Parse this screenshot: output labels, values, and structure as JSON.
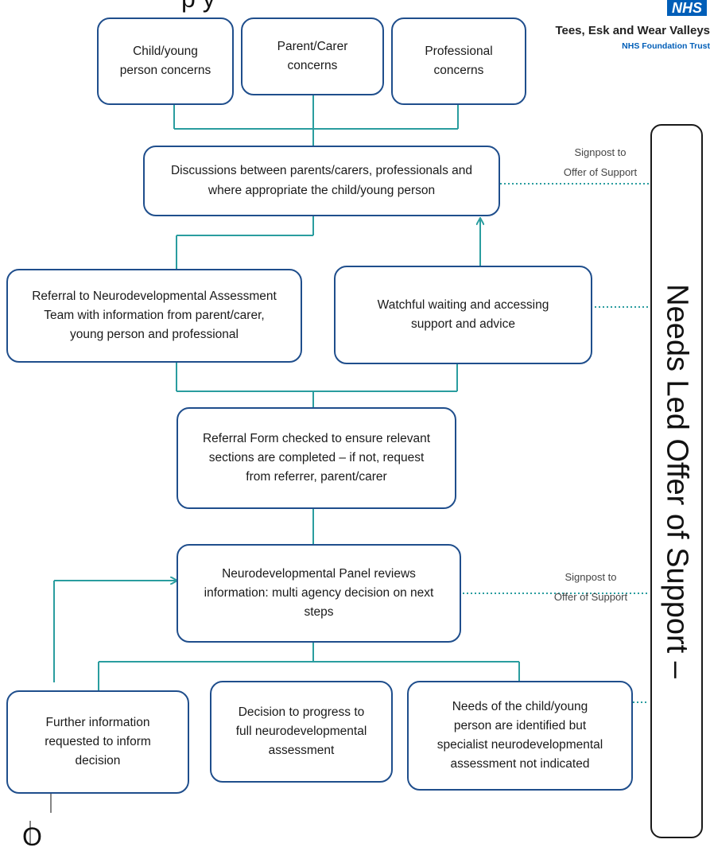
{
  "header": {
    "title_fragment": "p                              y"
  },
  "logo": {
    "nhs": "NHS",
    "trust_line1": "Tees, Esk and Wear Valleys",
    "trust_line2": "NHS Foundation Trust"
  },
  "concerns": {
    "child": "Child/young\nperson concerns",
    "parent": "Parent/Carer\nconcerns",
    "professional": "Professional\nconcerns"
  },
  "discussions": "Discussions  between  parents/carers,  professionals and\nwhere appropriate  the child/young person",
  "referral": "Referral to Neurodevelopmental  Assessment\nTeam with information from parent/carer,\nyoung person and professional",
  "watchful": "Watchful waiting and accessing\nsupport  and advice",
  "referral_form": "Referral Form checked to ensure relevant\nsections are completed – if not, request\nfrom referrer, parent/carer",
  "panel": "Neurodevelopmental  Panel reviews\ninformation: multi agency decision on next\nsteps",
  "outcomes": {
    "further": "Further information\nrequested  to inform\ndecision",
    "progress": "Decision to progress to\nfull neurodevelopmental\nassessment",
    "needs": "Needs of the child/young\nperson are identified but\nspecialist neurodevelopmental\nassessment  not indicated"
  },
  "signpost_1": "Signpost to\nOffer of Support",
  "signpost_2": "Signpost to\nOffer of Support",
  "side_banner": "Needs Led Offer of Support –",
  "bottom_fragment": "O",
  "colors": {
    "box_border": "#1f4e8c",
    "connector": "#2a9d9f",
    "nhs_blue": "#005eb8"
  }
}
